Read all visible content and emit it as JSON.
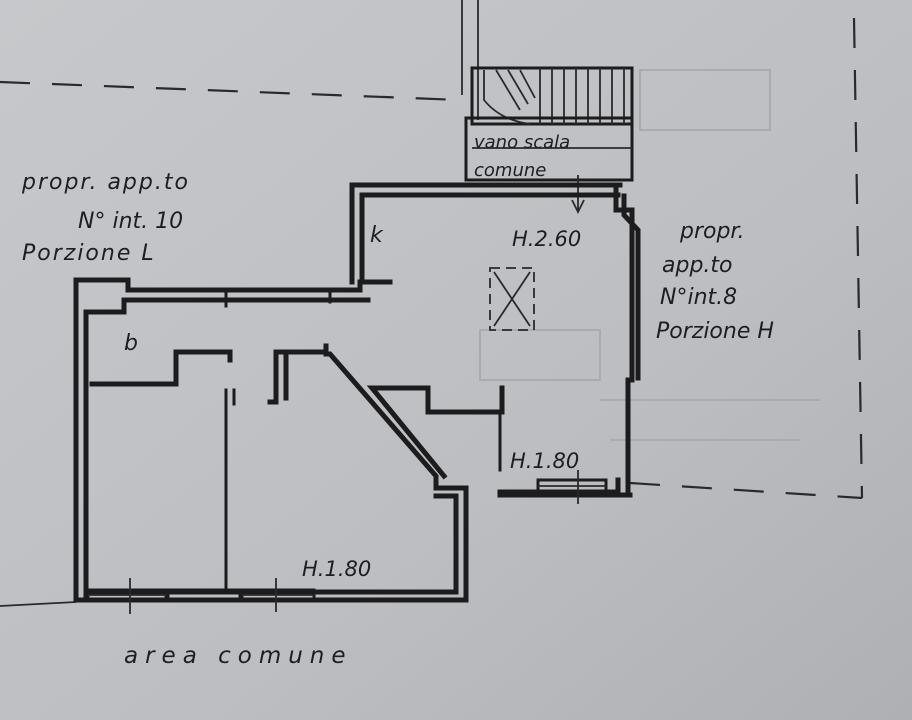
{
  "labels": {
    "left_owner": [
      "propr. app.to",
      "N° int. 10",
      "Porzione L"
    ],
    "right_owner": [
      "propr.",
      "app.to",
      "N°int.8",
      "Porzione H"
    ],
    "stair": [
      "vano scala",
      "comune"
    ],
    "area": "area comune",
    "room_k": "k",
    "room_b": "b",
    "height_main": "H.2.60",
    "height_window": "H.1.80",
    "height_bottom": "H.1.80"
  },
  "colors": {
    "paper": "#c2c4c7",
    "ink": "#1c1c1e"
  }
}
